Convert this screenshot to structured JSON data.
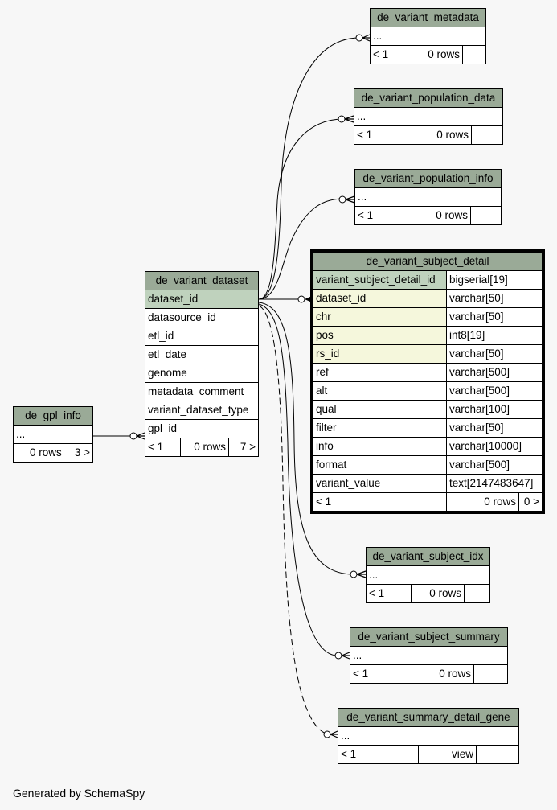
{
  "footer": "Generated by SchemaSpy",
  "tables": {
    "de_variant_metadata": {
      "name": "de_variant_metadata",
      "ellipsis": "...",
      "parents": "< 1",
      "rows": "0 rows",
      "children": ""
    },
    "de_variant_population_data": {
      "name": "de_variant_population_data",
      "ellipsis": "...",
      "parents": "< 1",
      "rows": "0 rows",
      "children": ""
    },
    "de_variant_population_info": {
      "name": "de_variant_population_info",
      "ellipsis": "...",
      "parents": "< 1",
      "rows": "0 rows",
      "children": ""
    },
    "de_variant_subject_idx": {
      "name": "de_variant_subject_idx",
      "ellipsis": "...",
      "parents": "< 1",
      "rows": "0 rows",
      "children": ""
    },
    "de_variant_subject_summary": {
      "name": "de_variant_subject_summary",
      "ellipsis": "...",
      "parents": "< 1",
      "rows": "0 rows",
      "children": ""
    },
    "de_variant_summary_detail_gene": {
      "name": "de_variant_summary_detail_gene",
      "ellipsis": "...",
      "parents": "< 1",
      "rows": "view",
      "children": ""
    },
    "de_gpl_info": {
      "name": "de_gpl_info",
      "ellipsis": "...",
      "parents": "",
      "rows": "0 rows",
      "children": "3 >"
    },
    "de_variant_dataset": {
      "name": "de_variant_dataset",
      "columns": [
        "dataset_id",
        "datasource_id",
        "etl_id",
        "etl_date",
        "genome",
        "metadata_comment",
        "variant_dataset_type",
        "gpl_id"
      ],
      "parents": "< 1",
      "rows": "0 rows",
      "children": "7 >"
    },
    "de_variant_subject_detail": {
      "name": "de_variant_subject_detail",
      "columns": [
        {
          "name": "variant_subject_detail_id",
          "type": "bigserial[19]"
        },
        {
          "name": "dataset_id",
          "type": "varchar[50]"
        },
        {
          "name": "chr",
          "type": "varchar[50]"
        },
        {
          "name": "pos",
          "type": "int8[19]"
        },
        {
          "name": "rs_id",
          "type": "varchar[50]"
        },
        {
          "name": "ref",
          "type": "varchar[500]"
        },
        {
          "name": "alt",
          "type": "varchar[500]"
        },
        {
          "name": "qual",
          "type": "varchar[100]"
        },
        {
          "name": "filter",
          "type": "varchar[50]"
        },
        {
          "name": "info",
          "type": "varchar[10000]"
        },
        {
          "name": "format",
          "type": "varchar[500]"
        },
        {
          "name": "variant_value",
          "type": "text[2147483647]"
        }
      ],
      "parents": "< 1",
      "rows": "0 rows",
      "children": "0 >"
    }
  },
  "colors": {
    "header": "#9aaa97",
    "primary_key": "#bfd2bd",
    "foreign_key": "#f5f7dc",
    "background": "#f7f7f7"
  }
}
